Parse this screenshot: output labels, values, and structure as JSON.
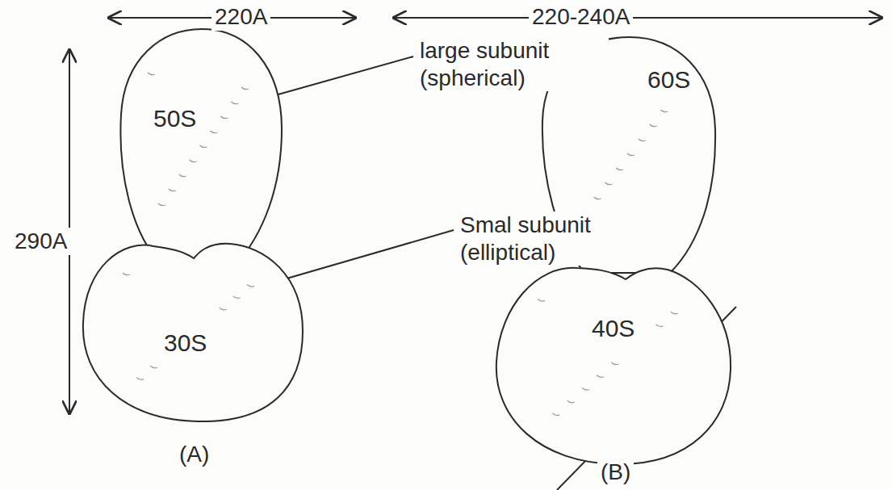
{
  "diagram": {
    "nodes": [
      {
        "text": [
          "50S"
        ]
      },
      {
        "text": [
          "30S"
        ]
      },
      {
        "text": [
          "60S"
        ]
      },
      {
        "text": [
          "40S"
        ]
      }
    ],
    "labels": [
      "220A",
      "220-240A",
      "290A",
      "large subunit (spherical)",
      "Smal subunit (elliptical)",
      "(A)",
      "(B)"
    ]
  }
}
